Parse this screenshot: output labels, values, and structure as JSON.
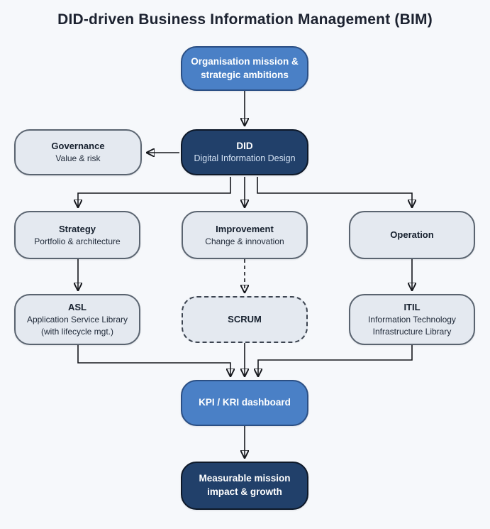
{
  "page": {
    "title": "DID-driven Business Information Management (BIM)",
    "background_color": "#f6f8fb"
  },
  "colors": {
    "blue_fill": "#4a80c6",
    "blue_border": "#2b4f84",
    "navy_fill": "#21406a",
    "navy_border": "#0d1828",
    "light_fill": "#e4e9f0",
    "light_border": "#5a6470",
    "arrow": "#16181d",
    "text_dark": "#16202e",
    "text_light": "#ffffff"
  },
  "nodes": {
    "org_mission": {
      "title": "Organisation mission & strategic ambitions"
    },
    "governance": {
      "title": "Governance",
      "subtitle": "Value & risk"
    },
    "did": {
      "title": "DID",
      "subtitle": "Digital Information Design"
    },
    "strategy": {
      "title": "Strategy",
      "subtitle": "Portfolio & architecture"
    },
    "improvement": {
      "title": "Improvement",
      "subtitle": "Change & innovation"
    },
    "operation": {
      "title": "Operation"
    },
    "asl": {
      "title": "ASL",
      "subtitle": "Application Service Library (with lifecycle mgt.)"
    },
    "scrum": {
      "title": "SCRUM"
    },
    "itil": {
      "title": "ITIL",
      "subtitle": "Information Technology Infrastructure Library"
    },
    "kpi": {
      "title": "KPI / KRI dashboard"
    },
    "impact": {
      "title": "Measurable mission impact & growth"
    }
  },
  "edges": [
    {
      "from": "org_mission",
      "to": "did",
      "style": "solid"
    },
    {
      "from": "did",
      "to": "governance",
      "style": "solid"
    },
    {
      "from": "did",
      "to": "strategy",
      "style": "solid"
    },
    {
      "from": "did",
      "to": "improvement",
      "style": "solid"
    },
    {
      "from": "did",
      "to": "operation",
      "style": "solid"
    },
    {
      "from": "strategy",
      "to": "asl",
      "style": "solid"
    },
    {
      "from": "improvement",
      "to": "scrum",
      "style": "dashed"
    },
    {
      "from": "operation",
      "to": "itil",
      "style": "solid"
    },
    {
      "from": "asl",
      "to": "kpi",
      "style": "solid"
    },
    {
      "from": "scrum",
      "to": "kpi",
      "style": "solid"
    },
    {
      "from": "itil",
      "to": "kpi",
      "style": "solid"
    },
    {
      "from": "kpi",
      "to": "impact",
      "style": "solid"
    }
  ]
}
